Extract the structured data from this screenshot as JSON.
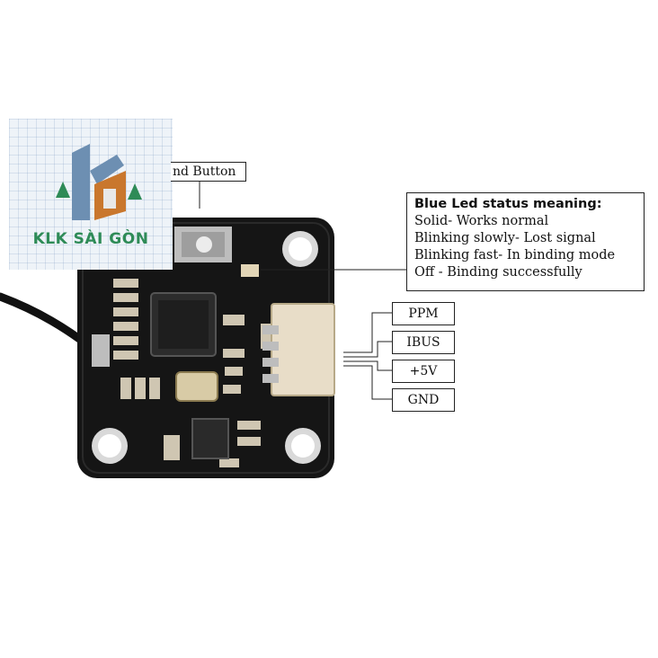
{
  "watermark": {
    "brand": "KLK SÀI GÒN"
  },
  "button_label": "nd Button",
  "status": {
    "title": "Blue Led status meaning:",
    "lines": [
      "Solid- Works normal",
      "Blinking slowly- Lost signal",
      "Blinking fast- In binding mode",
      "Off - Binding successfully"
    ]
  },
  "pins": [
    "PPM",
    "IBUS",
    "+5V",
    "GND"
  ],
  "colors": {
    "pcb": "#151515",
    "logo_green": "#2e8b57",
    "logo_blue": "#6d8fb2",
    "logo_orange": "#c9772d",
    "connector": "#e8ddc8"
  }
}
